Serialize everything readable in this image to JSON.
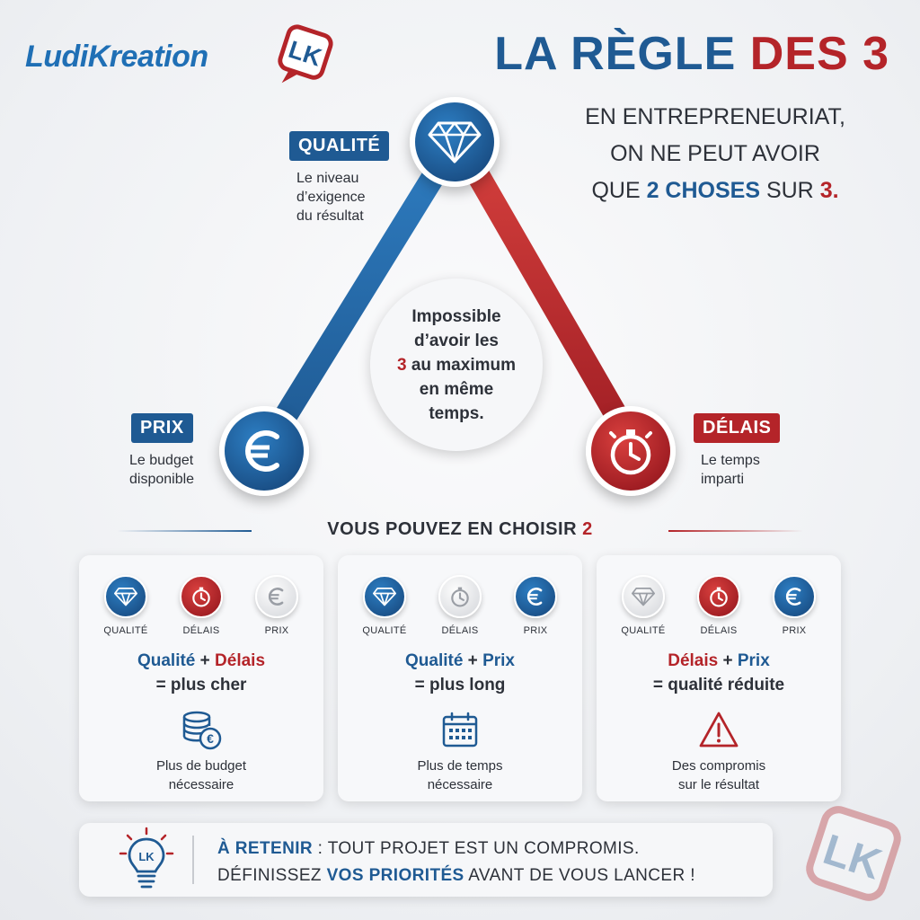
{
  "brand": {
    "name": "LudiKreation",
    "badge_letters": "LK"
  },
  "title": {
    "part1": "LA RÈGLE ",
    "part2": "DES 3"
  },
  "subtitle": {
    "line1": "EN ENTREPRENEURIAT,",
    "line2": "ON NE PEUT AVOIR",
    "line3_pre": "QUE ",
    "line3_num": "2",
    "line3_mid": " CHOSES",
    "line3_post": " SUR ",
    "line3_end": "3."
  },
  "triangle": {
    "quality": {
      "tag": "QUALITÉ",
      "desc1": "Le niveau",
      "desc2": "d’exigence",
      "desc3": "du résultat"
    },
    "price": {
      "tag": "PRIX",
      "desc1": "Le budget",
      "desc2": "disponible"
    },
    "delay": {
      "tag": "DÉLAIS",
      "desc1": "Le temps",
      "desc2": "imparti"
    },
    "center": {
      "l1": "Impossible",
      "l2": "d’avoir les",
      "num": "3",
      "l3": " au maximum",
      "l4": "en même",
      "l5": "temps."
    }
  },
  "choose": {
    "text": "VOUS POUVEZ EN CHOISIR ",
    "num": "2"
  },
  "cards": [
    {
      "icons": [
        {
          "label": "QUALITÉ",
          "state": "active"
        },
        {
          "label": "DÉLAIS",
          "state": "active"
        },
        {
          "label": "PRIX",
          "state": "inactive"
        }
      ],
      "combo_a": "Qualité",
      "plus": " + ",
      "combo_b": "Délais",
      "result": "= plus cher",
      "icon": "coins-euro-icon",
      "note1": "Plus de budget",
      "note2": "nécessaire"
    },
    {
      "icons": [
        {
          "label": "QUALITÉ",
          "state": "active"
        },
        {
          "label": "DÉLAIS",
          "state": "inactive"
        },
        {
          "label": "PRIX",
          "state": "active"
        }
      ],
      "combo_a": "Qualité",
      "plus": " + ",
      "combo_b": "Prix",
      "result": "= plus long",
      "icon": "calendar-icon",
      "note1": "Plus de temps",
      "note2": "nécessaire"
    },
    {
      "icons": [
        {
          "label": "QUALITÉ",
          "state": "inactive"
        },
        {
          "label": "DÉLAIS",
          "state": "active"
        },
        {
          "label": "PRIX",
          "state": "active"
        }
      ],
      "combo_a": "Délais",
      "plus": " + ",
      "combo_b": "Prix",
      "result": "= qualité réduite",
      "icon": "warning-icon",
      "note1": "Des compromis",
      "note2": "sur le résultat"
    }
  ],
  "retain": {
    "label": "À RETENIR",
    "sep": " : ",
    "line1": "TOUT PROJET EST UN COMPROMIS.",
    "line2_pre": "DÉFINISSEZ ",
    "line2_em": "VOS PRIORITÉS",
    "line2_post": " AVANT DE VOUS LANCER !"
  },
  "colors": {
    "blue": "#1f5a93",
    "red": "#b42429",
    "text": "#2d3139"
  }
}
